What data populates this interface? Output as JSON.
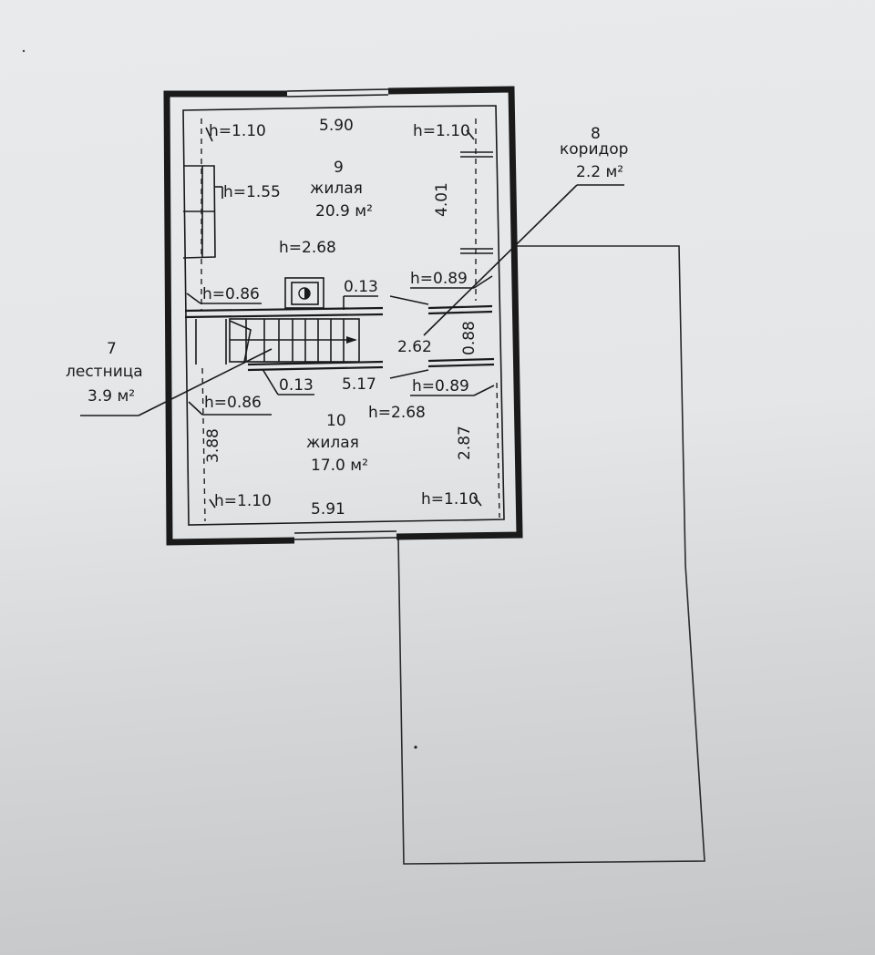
{
  "rooms": [
    {
      "number": "9",
      "type": "жилая",
      "area": "20.9 м²"
    },
    {
      "number": "10",
      "type": "жилая",
      "area": "17.0 м²"
    },
    {
      "number": "7",
      "type": "лестница",
      "area": "3.9 м²"
    },
    {
      "number": "8",
      "type": "коридор",
      "area": "2.2 м²"
    }
  ],
  "dimensions": {
    "top_width": "5.90",
    "bottom_width": "5.91",
    "right_upper": "4.01",
    "left_lower": "3.88",
    "right_lower": "2.87",
    "corridor_width": "0.88",
    "corridor_length": "2.62",
    "stair_length": "5.17",
    "partition_top": "0.13",
    "partition_bottom": "0.13"
  },
  "heights": {
    "top_left": "h=1.10",
    "top_right": "h=1.10",
    "window_niche": "h=1.55",
    "room9_center": "h=2.68",
    "left_upper": "h=0.86",
    "right_upper": "h=0.89",
    "left_lower": "h=0.86",
    "right_lower": "h=0.89",
    "room10_center": "h=2.68",
    "bottom_left": "h=1.10",
    "bottom_right": "h=1.10"
  }
}
